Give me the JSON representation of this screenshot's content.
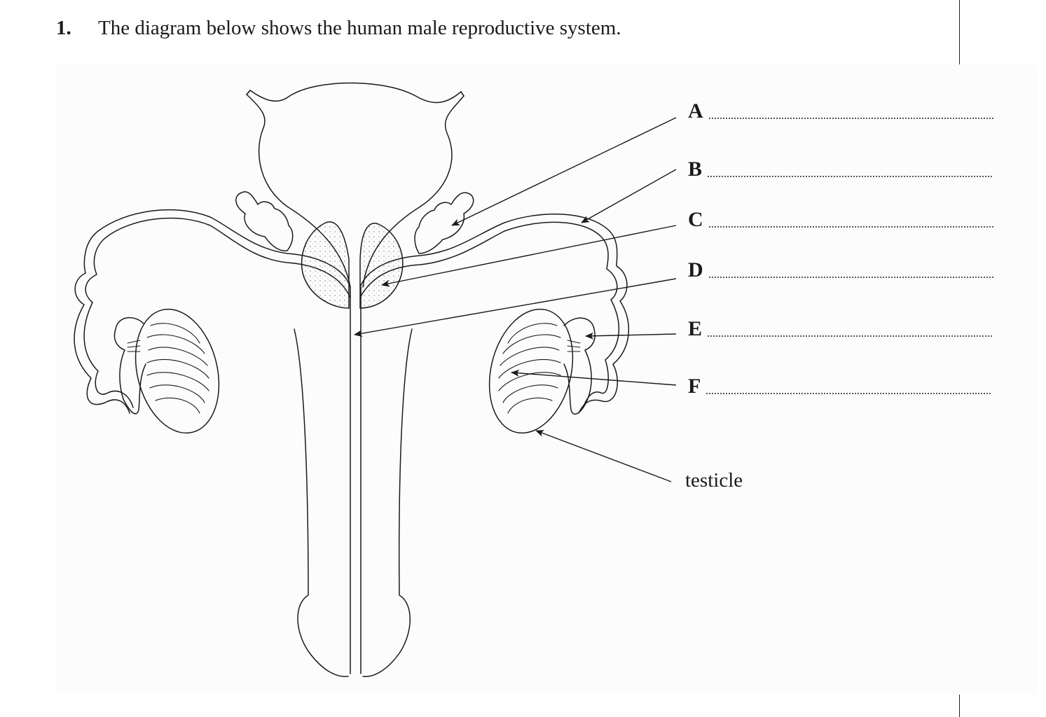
{
  "question": {
    "number": "1.",
    "text": "The diagram below shows the human male reproductive system."
  },
  "labels": [
    {
      "letter": "A"
    },
    {
      "letter": "B"
    },
    {
      "letter": "C"
    },
    {
      "letter": "D"
    },
    {
      "letter": "E"
    },
    {
      "letter": "F"
    }
  ],
  "fixed_label": "testicle"
}
